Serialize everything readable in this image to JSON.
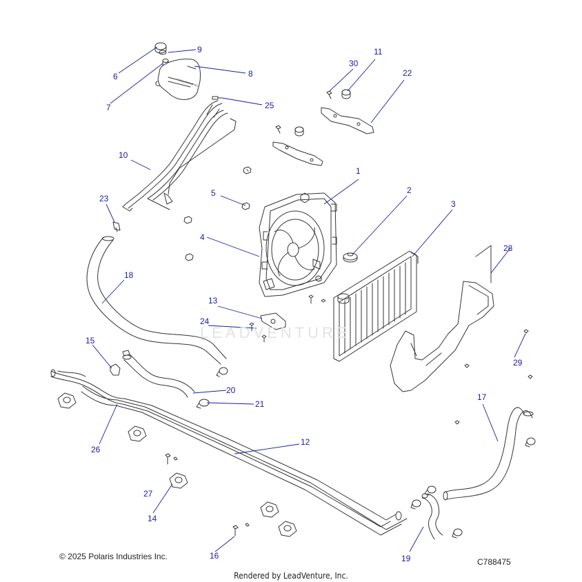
{
  "callouts": [
    {
      "n": "1"
    },
    {
      "n": "2"
    },
    {
      "n": "3"
    },
    {
      "n": "4"
    },
    {
      "n": "5"
    },
    {
      "n": "6"
    },
    {
      "n": "7"
    },
    {
      "n": "8"
    },
    {
      "n": "9"
    },
    {
      "n": "10"
    },
    {
      "n": "11"
    },
    {
      "n": "12"
    },
    {
      "n": "13"
    },
    {
      "n": "14"
    },
    {
      "n": "15"
    },
    {
      "n": "16"
    },
    {
      "n": "17"
    },
    {
      "n": "18"
    },
    {
      "n": "19"
    },
    {
      "n": "20"
    },
    {
      "n": "21"
    },
    {
      "n": "22"
    },
    {
      "n": "23"
    },
    {
      "n": "24"
    },
    {
      "n": "25"
    },
    {
      "n": "26"
    },
    {
      "n": "27"
    },
    {
      "n": "28"
    },
    {
      "n": "29"
    },
    {
      "n": "30"
    }
  ],
  "footer": {
    "copyright": "© 2025 Polaris Industries Inc.",
    "drawing_number": "C788475",
    "rendered_by": "Rendered by LeadVenture, Inc."
  },
  "watermark": "LEADVENTURE",
  "tank_label": "COOLANT LEVEL",
  "colors": {
    "callout": "#1a1aa6",
    "lines": "#333333",
    "leader": "#1a1aa6"
  }
}
